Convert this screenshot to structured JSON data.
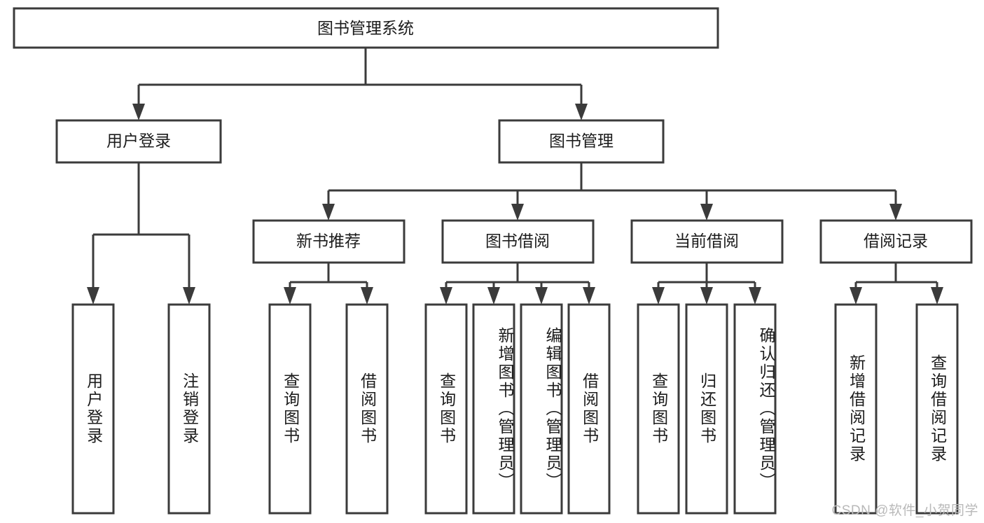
{
  "diagram": {
    "title": "图书管理系统",
    "type": "hierarchy-tree",
    "orientation": "top-down",
    "levels": 4,
    "root": {
      "id": "root",
      "label": "图书管理系统"
    },
    "level2": [
      {
        "id": "user-login",
        "label": "用户登录"
      },
      {
        "id": "book-management",
        "label": "图书管理"
      }
    ],
    "level3": [
      {
        "id": "new-book-recommend",
        "label": "新书推荐",
        "parent": "book-management"
      },
      {
        "id": "book-borrow",
        "label": "图书借阅",
        "parent": "book-management"
      },
      {
        "id": "current-borrow",
        "label": "当前借阅",
        "parent": "book-management"
      },
      {
        "id": "borrow-record",
        "label": "借阅记录",
        "parent": "book-management"
      }
    ],
    "leaves": [
      {
        "id": "leaf-user-login",
        "label": "用户登录",
        "parent": "user-login"
      },
      {
        "id": "leaf-user-logout",
        "label": "注销登录",
        "parent": "user-login"
      },
      {
        "id": "leaf-query-book-1",
        "label": "查询图书",
        "parent": "new-book-recommend"
      },
      {
        "id": "leaf-borrow-book-1",
        "label": "借阅图书",
        "parent": "new-book-recommend"
      },
      {
        "id": "leaf-query-book-2",
        "label": "查询图书",
        "parent": "book-borrow"
      },
      {
        "id": "leaf-add-book",
        "label": "新增图书（管理员）",
        "parent": "book-borrow"
      },
      {
        "id": "leaf-edit-book",
        "label": "编辑图书（管理员）",
        "parent": "book-borrow"
      },
      {
        "id": "leaf-borrow-book-2",
        "label": "借阅图书",
        "parent": "book-borrow"
      },
      {
        "id": "leaf-query-book-3",
        "label": "查询图书",
        "parent": "current-borrow"
      },
      {
        "id": "leaf-return-book",
        "label": "归还图书",
        "parent": "current-borrow"
      },
      {
        "id": "leaf-confirm-return",
        "label": "确认归还（管理员）",
        "parent": "current-borrow"
      },
      {
        "id": "leaf-add-record",
        "label": "新增借阅记录",
        "parent": "borrow-record"
      },
      {
        "id": "leaf-query-record",
        "label": "查询借阅记录",
        "parent": "borrow-record"
      }
    ],
    "colors": {
      "box_stroke": "#3b3b3b",
      "box_fill": "#ffffff",
      "text": "#1c1c1c",
      "connector": "#3b3b3b",
      "background": "#ffffff",
      "watermark": "#b9b9b9"
    }
  },
  "watermark": {
    "text": "CSDN @软件_小贺同学"
  }
}
